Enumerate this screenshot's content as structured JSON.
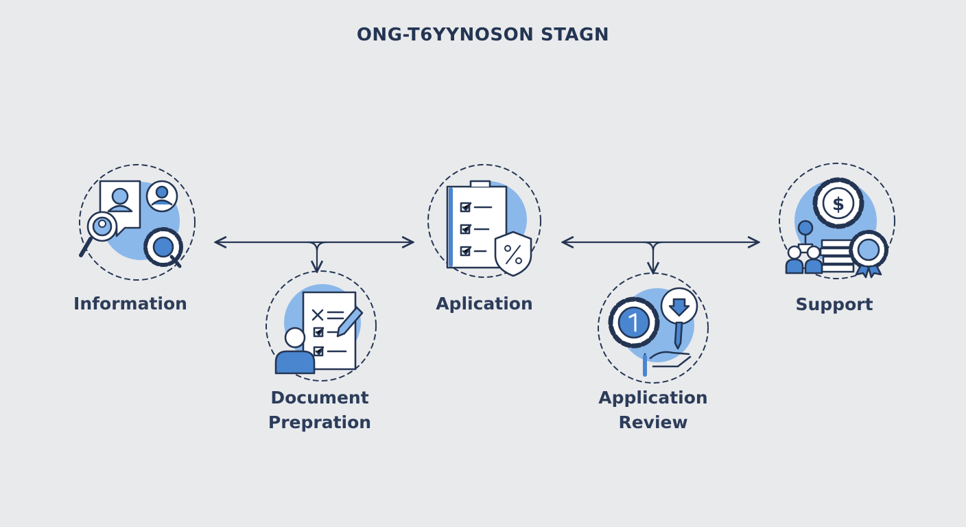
{
  "title": "ONG-T6YYNOSON STAGN",
  "stages": [
    {
      "label": "Information",
      "icon": "search-profile-gear-icon"
    },
    {
      "label": "Document\nPrepration",
      "icon": "document-checklist-pen-icon"
    },
    {
      "label": "Aplication",
      "icon": "clipboard-shield-icon"
    },
    {
      "label": "Application\nReview",
      "icon": "gears-review-icon"
    },
    {
      "label": "Support",
      "icon": "money-gear-people-icon"
    }
  ],
  "colors": {
    "background": "#e9eaec",
    "ink": "#243553",
    "accent": "#8bb8ea",
    "accent_dark": "#4a86d0"
  }
}
